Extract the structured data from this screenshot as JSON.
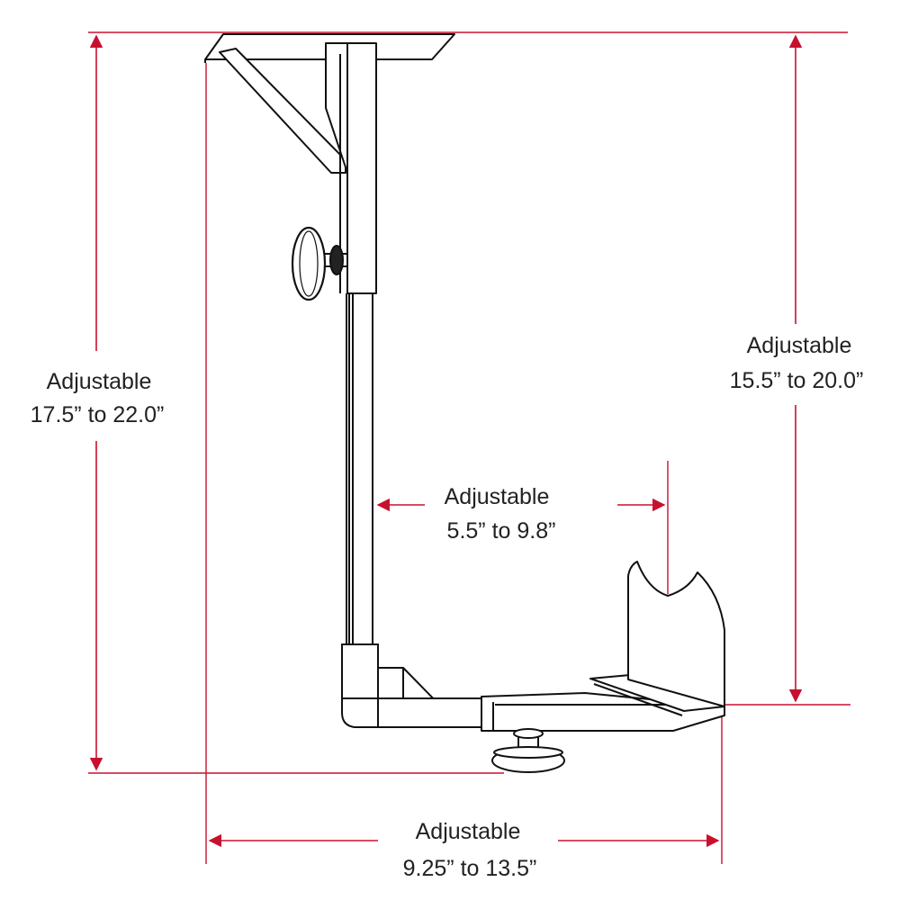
{
  "colors": {
    "dimension_line": "#c8102e",
    "drawing_line": "#111111",
    "background": "#ffffff"
  },
  "dimensions": {
    "overall_height": {
      "label": "Adjustable",
      "range": "17.5” to 22.0”"
    },
    "holder_height": {
      "label": "Adjustable",
      "range": "15.5” to 20.0”"
    },
    "holder_width": {
      "label": "Adjustable",
      "range": "5.5” to 9.8”"
    },
    "overall_depth": {
      "label": "Adjustable",
      "range": "9.25” to 13.5”"
    }
  }
}
